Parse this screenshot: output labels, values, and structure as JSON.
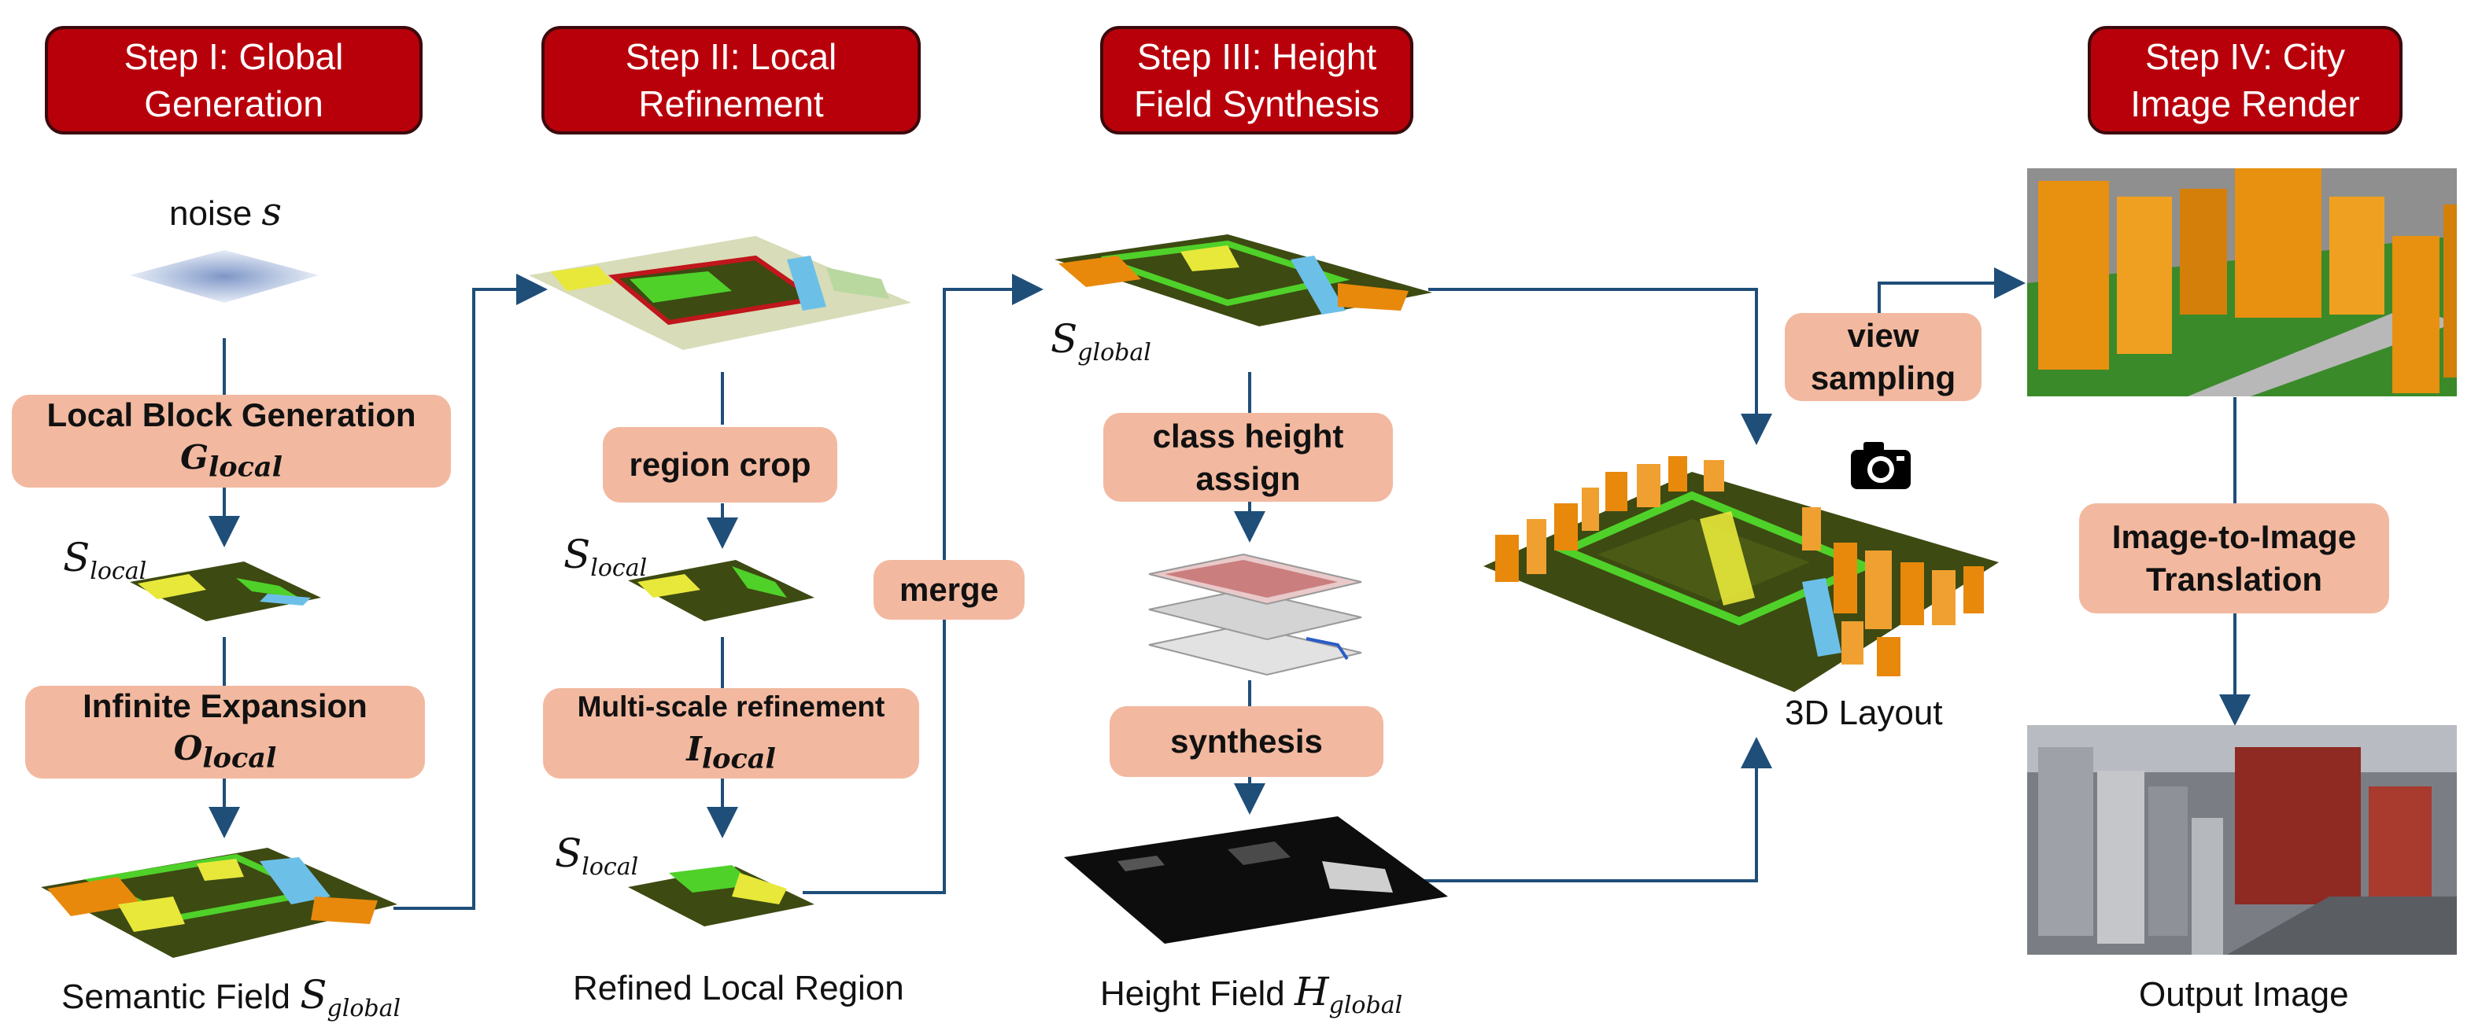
{
  "steps": {
    "s1": {
      "line1": "Step I: Global",
      "line2": "Generation"
    },
    "s2": {
      "line1": "Step II: Local",
      "line2": "Refinement"
    },
    "s3": {
      "line1": "Step III: Height",
      "line2": "Field Synthesis"
    },
    "s4": {
      "line1": "Step IV: City",
      "line2": "Image Render"
    }
  },
  "col1": {
    "noise_label": "noise",
    "noise_symbol": "s",
    "block_gen": {
      "title": "Local Block Generation",
      "symbol": "G",
      "sub": "local"
    },
    "s_local": {
      "symbol": "S",
      "sub": "local"
    },
    "expansion": {
      "title": "Infinite Expansion",
      "symbol": "O",
      "sub": "local"
    },
    "caption": "Semantic Field",
    "caption_symbol": "S",
    "caption_sub": "global"
  },
  "col2": {
    "region_crop": "region crop",
    "s_local_a": {
      "symbol": "S",
      "sub": "local"
    },
    "refine": {
      "title": "Multi-scale refinement",
      "symbol": "I",
      "sub": "local"
    },
    "s_local_b": {
      "symbol": "S",
      "sub": "local"
    },
    "caption": "Refined Local Region",
    "merge": "merge"
  },
  "col3": {
    "s_global": {
      "symbol": "S",
      "sub": "global"
    },
    "class_height": {
      "line1": "class height",
      "line2": "assign"
    },
    "synthesis": "synthesis",
    "caption": "Height Field",
    "caption_symbol": "H",
    "caption_sub": "global"
  },
  "col4": {
    "view_sampling": {
      "line1": "view",
      "line2": "sampling"
    },
    "layout_caption": "3D Layout",
    "camera_icon": "camera-icon",
    "translation": {
      "line1": "Image-to-Image",
      "line2": "Translation"
    },
    "output_caption": "Output Image"
  },
  "colors": {
    "step_fill": "#b8000b",
    "op_fill": "#f2b9a0",
    "arrow": "#1f4e79",
    "terrain_dark": "#3d4a12",
    "green": "#4fd12a",
    "yellow": "#e8e83a",
    "orange": "#e8890c"
  }
}
